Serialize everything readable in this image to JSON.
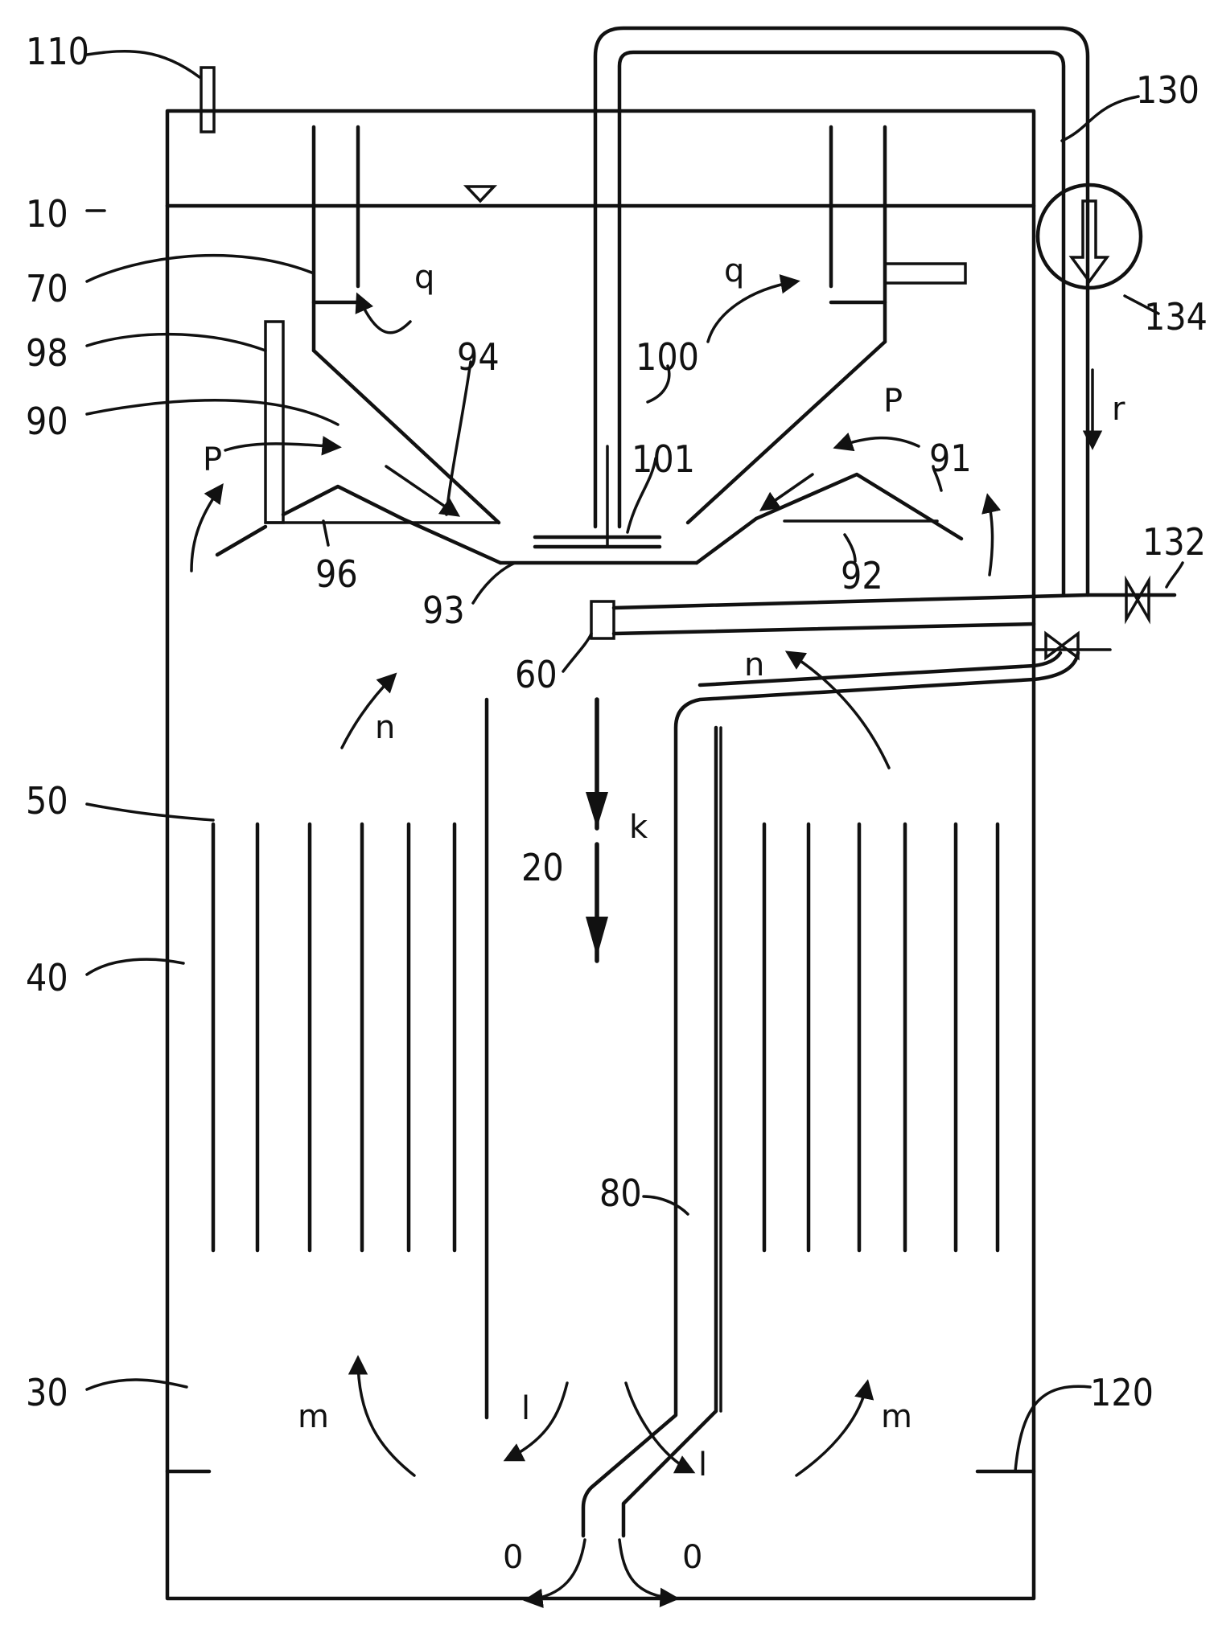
{
  "labels": {
    "l110": "110",
    "l10": "10",
    "l70": "70",
    "l98": "98",
    "l90": "90",
    "l94": "94",
    "l100": "100",
    "l101": "101",
    "l96": "96",
    "l93": "93",
    "l91": "91",
    "l92": "92",
    "l130": "130",
    "l134": "134",
    "l132": "132",
    "l60": "60",
    "l50": "50",
    "l40": "40",
    "l20": "20",
    "l80": "80",
    "l30": "30",
    "l120": "120"
  },
  "flows": {
    "q": "q",
    "p": "P",
    "n": "n",
    "k": "k",
    "m": "m",
    "l": "l",
    "o": "0",
    "r": "r"
  }
}
